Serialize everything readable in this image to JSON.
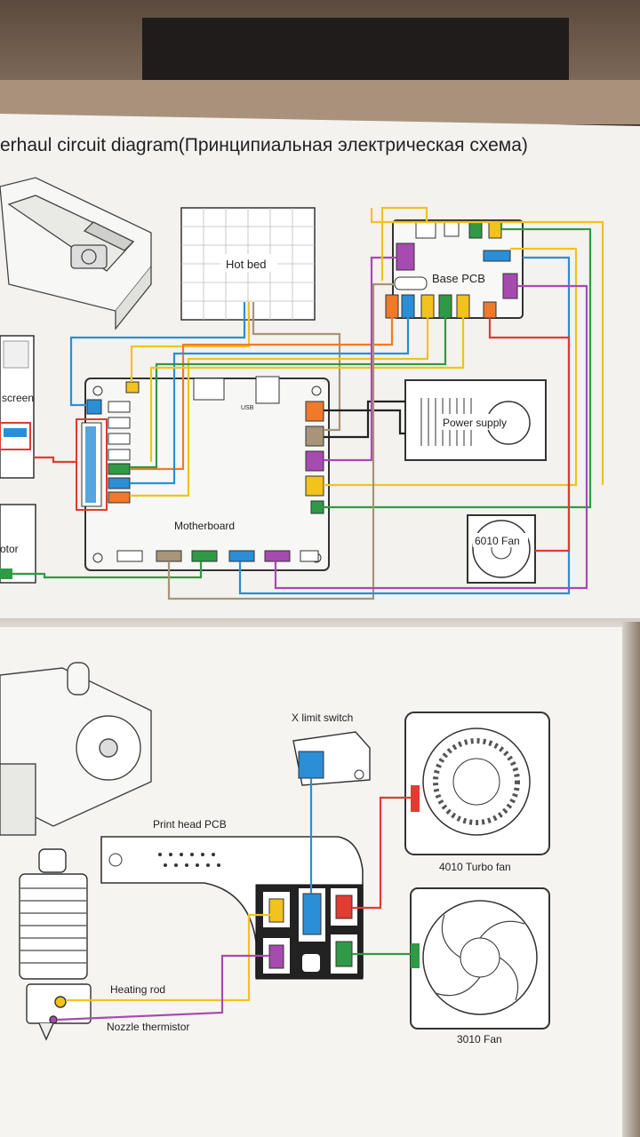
{
  "header": {
    "title": "erhaul circuit diagram(Принципиальная электрическая схема)"
  },
  "labels": {
    "hot_bed": "Hot bed",
    "base_pcb": "Base PCB",
    "screen": "screen",
    "usb": "USB",
    "power_supply": "Power supply",
    "motherboard": "Motherboard",
    "fan_6010": "6010 Fan",
    "motor": "otor",
    "x_limit_switch": "X limit switch",
    "print_head_pcb": "Print head PCB",
    "turbo_fan_4010": "4010 Turbo fan",
    "heating_rod": "Heating rod",
    "nozzle_thermistor": "Nozzle thermistor",
    "fan_3010": "3010 Fan"
  },
  "colors": {
    "orange": "#f07a2a",
    "blue": "#2a8fd6",
    "yellow": "#f2c21d",
    "green": "#2f9a45",
    "purple": "#a64bb0",
    "red": "#e23b32",
    "tan": "#a79479",
    "black": "#222222"
  }
}
